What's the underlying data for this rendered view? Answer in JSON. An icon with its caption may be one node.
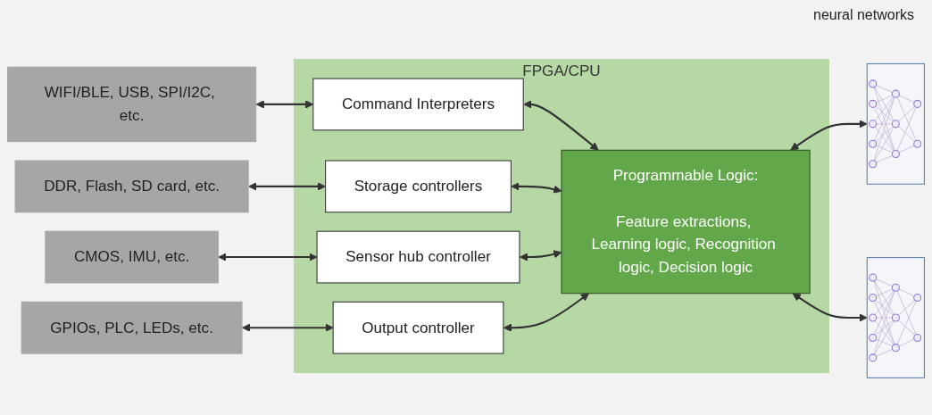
{
  "diagram": {
    "nodes": [
      {
        "text": [
          "FPGA/CPU"
        ]
      },
      {
        "text": [
          "Command Interpreters"
        ],
        "in": 0
      },
      {
        "text": [
          "Storage controllers"
        ],
        "in": 0
      },
      {
        "text": [
          "Sensor hub controller"
        ],
        "in": 0
      },
      {
        "text": [
          "Output controller"
        ],
        "in": 0
      },
      {
        "text": [
          "Programmable Logic:",
          "Feature extractions, Learning logic, Recognition logic, Decision logic"
        ],
        "in": 0
      },
      {
        "text": [
          "WIFI/BLE, USB, SPI/I2C, etc."
        ]
      },
      {
        "text": [
          "DDR, Flash, SD card, etc."
        ]
      },
      {
        "text": [
          "CMOS, IMU, etc."
        ]
      },
      {
        "text": [
          "GPIOs, PLC, LEDs, etc."
        ]
      },
      {
        "text": [],
        "shape": "picture"
      },
      {
        "text": [],
        "shape": "picture"
      }
    ],
    "edges": [
      {
        "from": 6,
        "to": 1,
        "arrow": "both"
      },
      {
        "from": 7,
        "to": 2,
        "arrow": "both"
      },
      {
        "from": 8,
        "to": 3,
        "arrow": "both"
      },
      {
        "from": 9,
        "to": 4,
        "arrow": "both"
      },
      {
        "from": 1,
        "to": 5,
        "arrow": "both"
      },
      {
        "from": 2,
        "to": 5,
        "arrow": "both"
      },
      {
        "from": 3,
        "to": 5,
        "arrow": "both"
      },
      {
        "from": 4,
        "to": 5,
        "arrow": "both"
      },
      {
        "from": 5,
        "to": 10,
        "arrow": "both"
      },
      {
        "from": 5,
        "to": 11,
        "arrow": "both"
      }
    ],
    "labels": [
      "neural networks"
    ]
  }
}
